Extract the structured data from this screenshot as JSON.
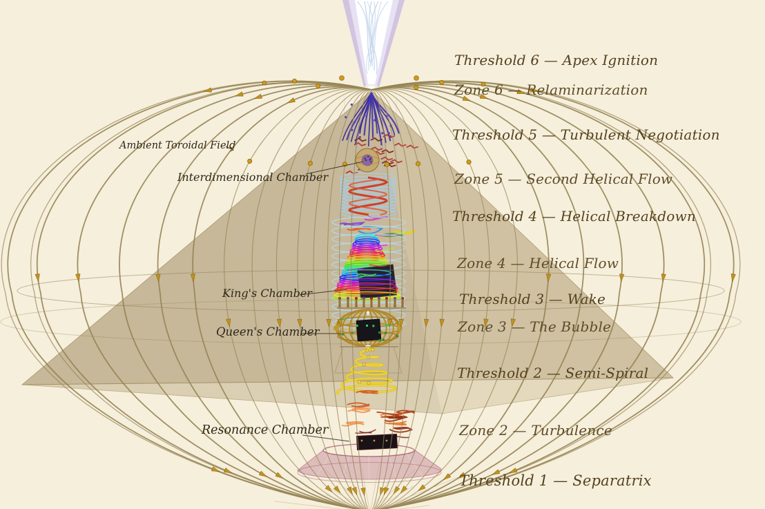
{
  "scene": {
    "background": "#f6efdc",
    "colors": {
      "field_line": "#968454",
      "arrowhead": "#c3921a",
      "arrow_edge": "#7a5a10",
      "bead_gold": "#cf9a16",
      "pyramid_face": "#a79468",
      "pyramid_base": "#d5c7a4",
      "beam_outer": "#c6b5e2",
      "beam_mid": "#e9e5f5",
      "beam_core": "#ffffff",
      "beam_braid": "#bfd2ea",
      "branch_purple": "#4a3aac",
      "branch_purple_dark": "#2e2390",
      "cage_grey": "#beb6cb",
      "threshold5_red": "#b43226",
      "threshold5_dark": "#7c1d16",
      "chamber_sphere": "#c7a96b",
      "chamber_core": "#7a5aa8",
      "coil_cyan": "#a7cbe6",
      "coil_pale": "#b5d9ee",
      "helix_red": "#cd3a20",
      "helix_orange": "#e2552f",
      "box_dark": "#23232c",
      "bubble_gold": "#b38a25",
      "bubble_band": "#a07c1e",
      "bubble_green": "#35c95e",
      "bubble_green_dark": "#1f8f3e",
      "box_black": "#15151a",
      "stand_tan": "#a89263",
      "spiral_yellow": "#e3c214",
      "spiral_hilite": "#f8ea66",
      "turbulence_light": "#f0924a",
      "turbulence_mid": "#e5731f",
      "turbulence_deep": "#b03a12",
      "resonance_maroon": "#7c2020",
      "resonance_box": "#1a1216",
      "separatrix_fill": "#c08296",
      "separatrix_edge": "#a85d74",
      "leader_line": "#3a3226",
      "label_brown": "#54411f",
      "annotation_dark": "#2f2718",
      "figurine_gold": "#9a6a28",
      "starburst": "#b4a06e"
    }
  },
  "zone_labels": [
    {
      "id": "threshold-6",
      "label": "Threshold 6 — Apex Ignition"
    },
    {
      "id": "zone-6",
      "label": "Zone 6 — Relaminarization"
    },
    {
      "id": "threshold-5",
      "label": "Threshold 5 — Turbulent Negotiation"
    },
    {
      "id": "zone-5",
      "label": "Zone 5 — Second Helical Flow"
    },
    {
      "id": "threshold-4",
      "label": "Threshold 4 — Helical Breakdown"
    },
    {
      "id": "zone-4",
      "label": "Zone 4 — Helical Flow"
    },
    {
      "id": "threshold-3",
      "label": "Threshold 3 — Wake"
    },
    {
      "id": "zone-3",
      "label": "Zone 3 — The Bubble"
    },
    {
      "id": "threshold-2",
      "label": "Threshold 2 — Semi-Spiral"
    },
    {
      "id": "zone-2",
      "label": "Zone 2 — Turbulence"
    },
    {
      "id": "threshold-1",
      "label": "Threshold 1 — Separatrix"
    }
  ],
  "annotations": [
    {
      "id": "ambient-toroidal-field",
      "label": "Ambient Toroidal Field"
    },
    {
      "id": "interdimensional-chamber",
      "label": "Interdimensional Chamber"
    },
    {
      "id": "kings-chamber",
      "label": "King's Chamber"
    },
    {
      "id": "queens-chamber",
      "label": "Queen's Chamber"
    },
    {
      "id": "resonance-chamber",
      "label": "Resonance Chamber"
    }
  ]
}
